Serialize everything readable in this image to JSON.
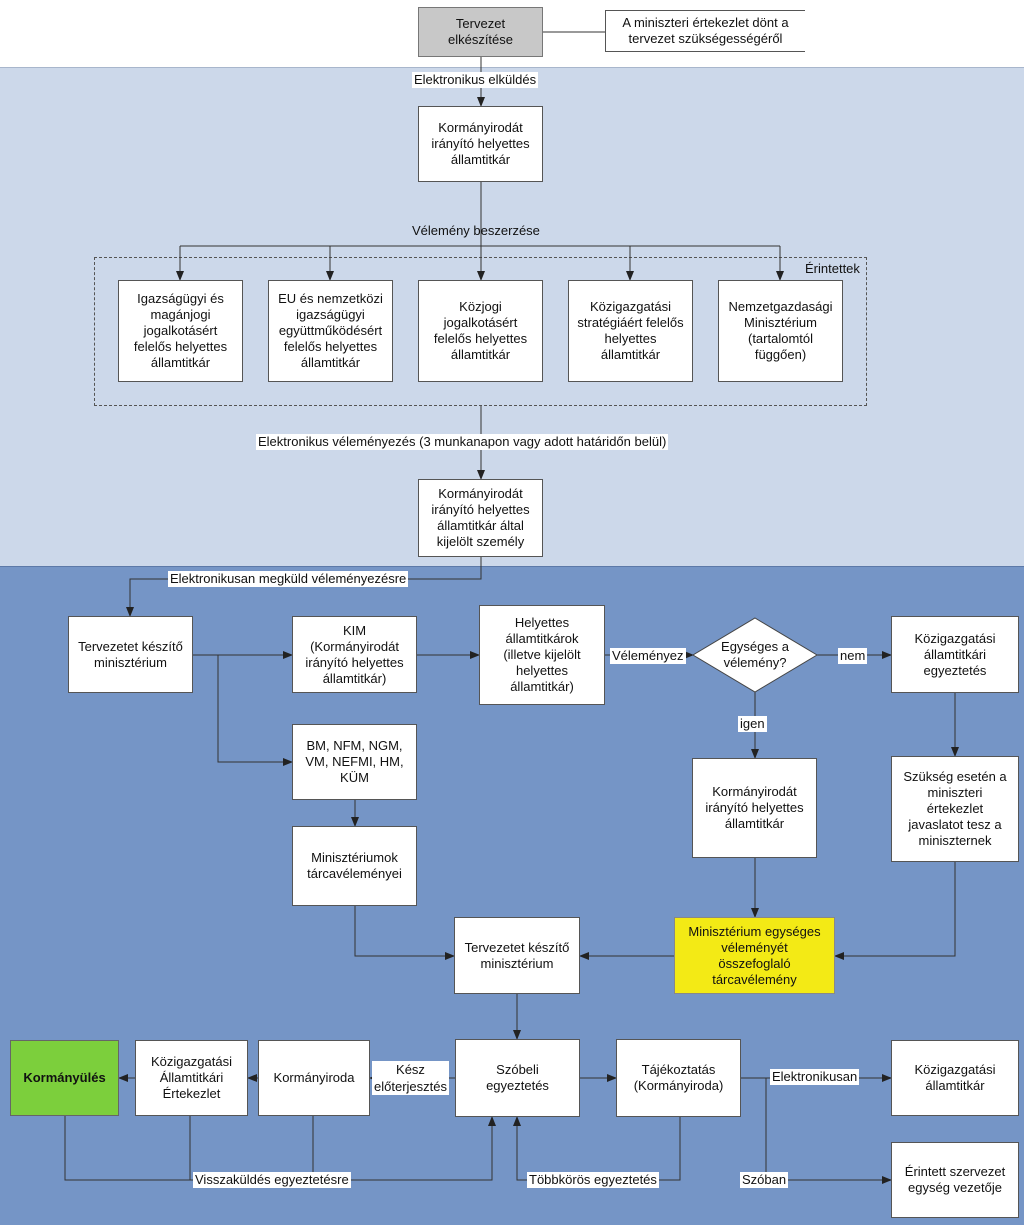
{
  "nodes": {
    "draft": "Tervezet\nelkészítése",
    "draft_note": "A miniszteri értekezlet dönt a\ntervezet szükségességéről",
    "kim_sec_1": "Kormányirodát\nirányító helyettes\nállamtitkár",
    "affected": [
      "Igazságügyi és\nmagánjogi\njogalkotásért\nfelelős helyettes\nállamtitkár",
      "EU és nemzetközi\nigazságügyi\negyüttműködésért\nfelelős helyettes\nállamtitkár",
      "Közjogi\njogalkotásért\nfelelős helyettes\nállamtitkár",
      "Közigazgatási\nstratégiáért felelős\nhelyettes\nállamtitkár",
      "Nemzetgazdasági\nMinisztérium\n(tartalomtól\nfüggően)"
    ],
    "affected_group": "Érintettek",
    "designated_person": "Kormányirodát\nirányító helyettes\nállamtitkár által\nkijelölt személy",
    "ministry_draft_1": "Tervezetet készítő\nminisztérium",
    "kim": "KIM\n(Kormányirodát\nirányító helyettes\nállamtitkár)",
    "deputies": "Helyettes\nállamtitkárok\n(illetve kijelölt\nhelyettes\nállamtitkár)",
    "decision": "Egységes a\nvélemény?",
    "pub_admin_reconcile": "Közigazgatási\nállamtitkári\negyeztetés",
    "ministries_list": "BM, NFM, NGM,\nVM, NEFMI, HM,\nKÜM",
    "kim_sec_2": "Kormányirodát\nirányító helyettes\nállamtitkár",
    "proposal": "Szükség esetén a\nminiszteri\nértekezlet\njavaslatot tesz a\nminiszternek",
    "ministry_opinions": "Minisztériumok\ntárcavéleményei",
    "ministry_draft_2": "Tervezetet készítő\nminisztérium",
    "unified_opinion": "Minisztérium egységes\nvéleményét\nösszefoglaló\ntárcavélemény",
    "gov_meeting": "Kormányülés",
    "state_sec_meeting": "Közigazgatási\nÁllamtitkári\nÉrtekezlet",
    "gov_office": "Kormányiroda",
    "oral_reconcile": "Szóbeli\negyeztetés",
    "info": "Tájékoztatás\n(Kormányiroda)",
    "pub_admin_sec": "Közigazgatási\nállamtitkár",
    "affected_unit": "Érintett szervezet\negység vezetője"
  },
  "labels": {
    "electronic_send": "Elektronikus elküldés",
    "opinion_gathering": "Vélemény beszerzése",
    "electronic_review": "Elektronikus véleményezés (3 munkanapon vagy adott határidőn belül)",
    "send_for_review": "Elektronikusan megküld véleményezésre",
    "reviews": "Véleményez",
    "no": "nem",
    "yes": "igen",
    "ready_proposal": "Kész\nelőterjesztés",
    "electronically": "Elektronikusan",
    "orally": "Szóban",
    "send_back": "Visszaküldés egyeztetésre",
    "multi_round": "Többkörös egyeztetés"
  },
  "colors": {
    "band_top": "#ffffff",
    "band_mid": "#ccd8ea",
    "band_low": "#7595c6",
    "highlight_yellow": "#f3ea15",
    "highlight_green": "#7ccf3c",
    "start_gray": "#c8c8c8"
  }
}
